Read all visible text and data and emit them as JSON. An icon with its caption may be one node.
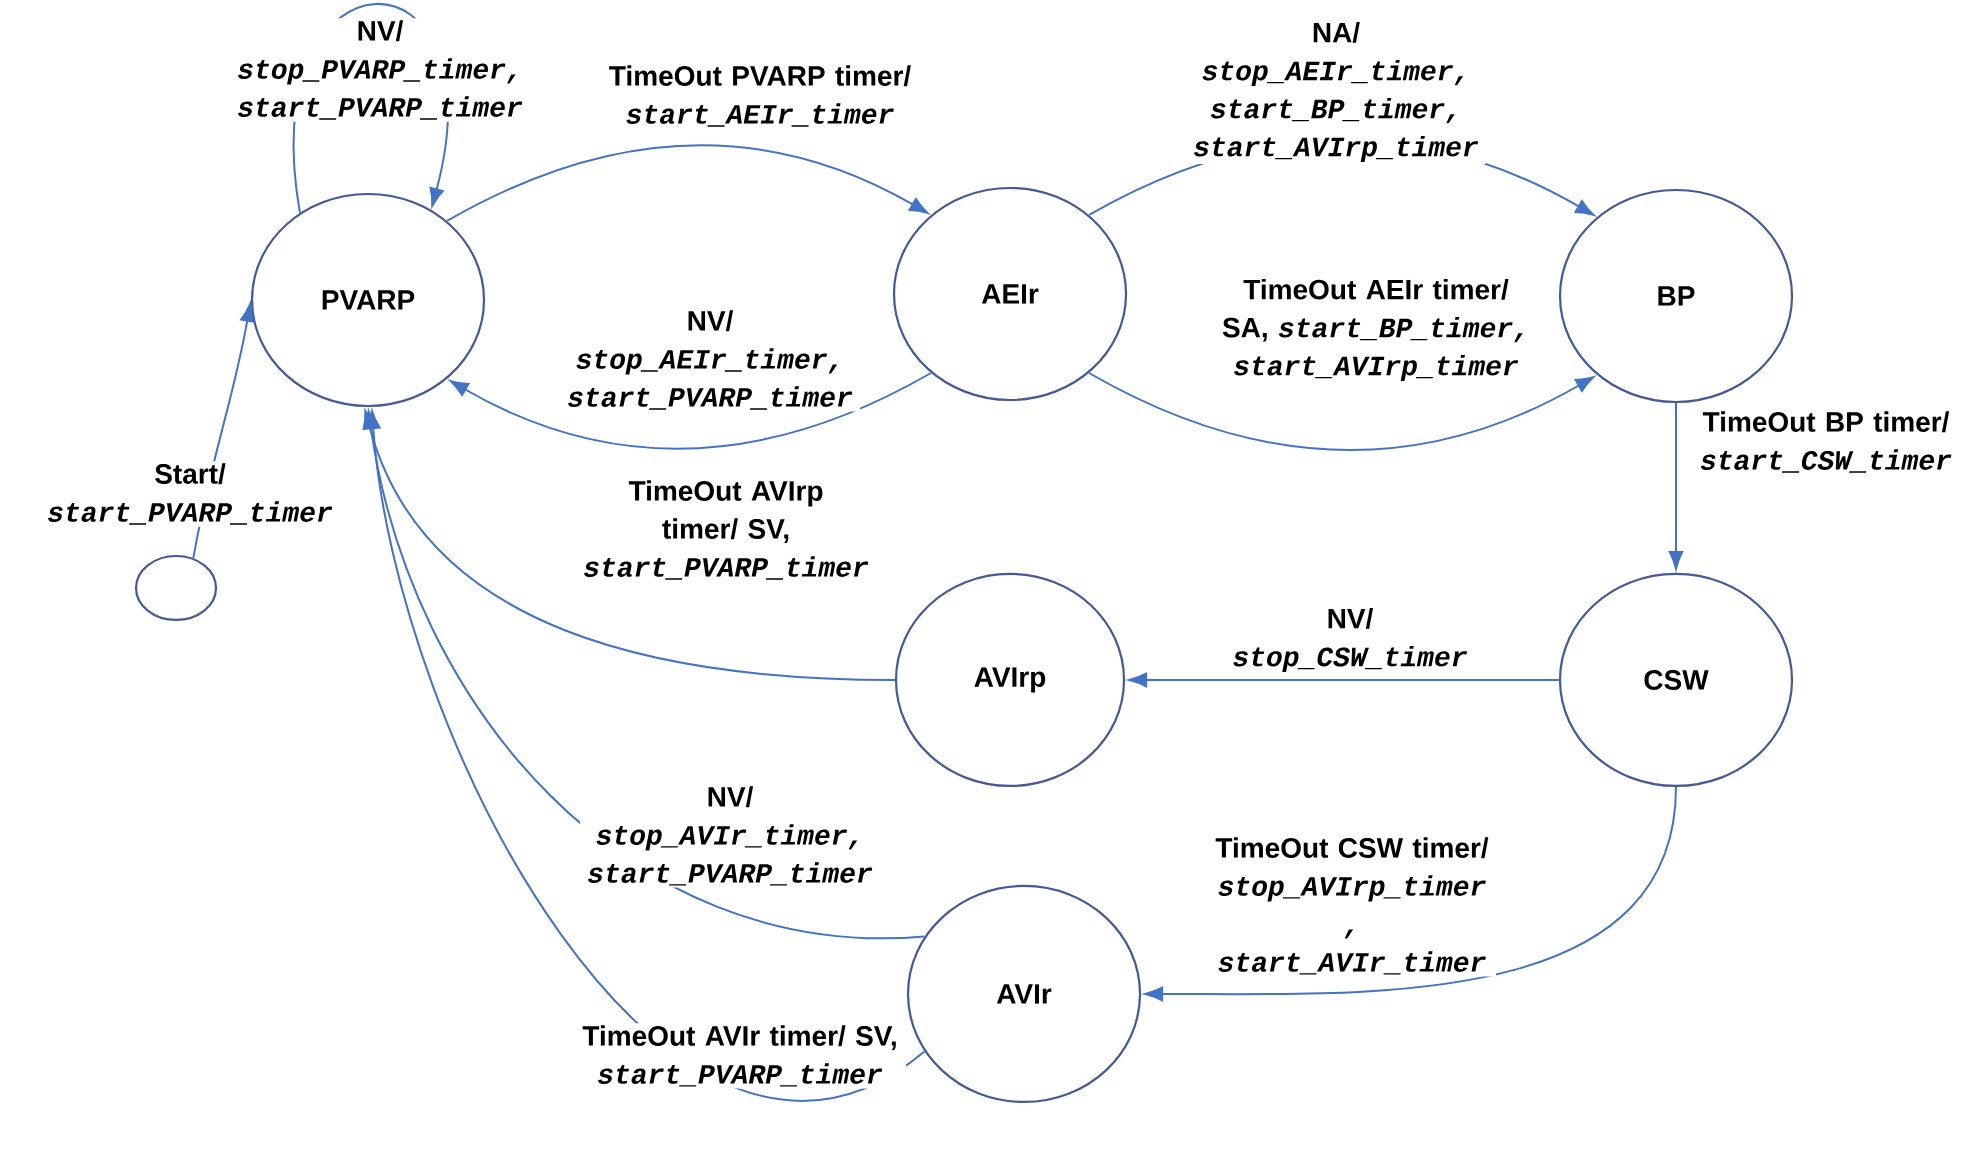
{
  "diagram": {
    "nodes": [
      {
        "text": [
          "PVARP"
        ]
      },
      {
        "text": [
          "AEIr"
        ]
      },
      {
        "text": [
          "BP"
        ]
      },
      {
        "text": [
          "CSW"
        ]
      },
      {
        "text": [
          "AVIrp"
        ]
      },
      {
        "text": [
          "AVIr"
        ]
      },
      {
        "text": [],
        "shape": "circle"
      }
    ],
    "edges": [
      {
        "from": 6,
        "to": 0,
        "arrow": "to",
        "label": "Start/ *start_PVARP_timer*"
      },
      {
        "from": 0,
        "to": 0,
        "arrow": "to",
        "label": "NV/ *stop_PVARP_timer, start_PVARP_timer*"
      },
      {
        "from": 0,
        "to": 1,
        "arrow": "to",
        "label": "TimeOut PVARP timer/ *start_AEIr_timer*"
      },
      {
        "from": 1,
        "to": 0,
        "arrow": "to",
        "label": "NV/ *stop_AEIr_timer, start_PVARP_timer*"
      },
      {
        "from": 1,
        "to": 2,
        "arrow": "to",
        "label": "NA/ *stop_AEIr_timer, start_BP_timer, start_AVIrp_timer*"
      },
      {
        "from": 1,
        "to": 2,
        "arrow": "to",
        "label": "TimeOut AEIr timer/ SA, *start_BP_timer, start_AVIrp_timer*"
      },
      {
        "from": 2,
        "to": 3,
        "arrow": "to",
        "label": "TimeOut BP timer/ *start_CSW_timer*"
      },
      {
        "from": 3,
        "to": 4,
        "arrow": "to",
        "label": "NV/ *stop_CSW_timer*"
      },
      {
        "from": 4,
        "to": 0,
        "arrow": "to",
        "label": "TimeOut AVIrp timer/ SV, *start_PVARP_timer*"
      },
      {
        "from": 3,
        "to": 5,
        "arrow": "to",
        "label": "TimeOut CSW timer/ *stop_AVIrp_timer , start_AVIr_timer*"
      },
      {
        "from": 5,
        "to": 0,
        "arrow": "to",
        "label": "NV/ *stop_AVIr_timer, start_PVARP_timer*"
      },
      {
        "from": 5,
        "to": 0,
        "arrow": "to",
        "label": "TimeOut AVIr timer/ SV, *start_PVARP_timer*"
      }
    ]
  }
}
